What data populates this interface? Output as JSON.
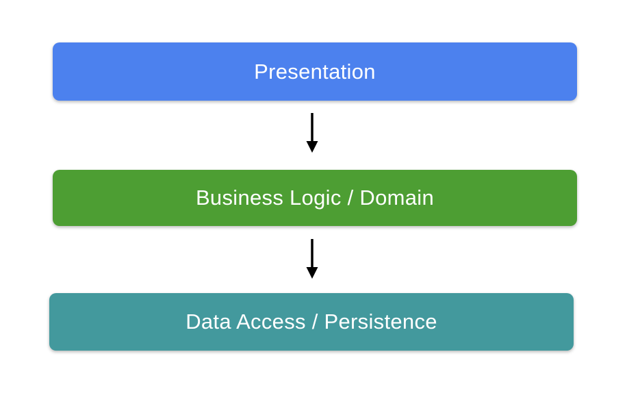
{
  "diagram": {
    "background": "#ffffff",
    "text_color": "#ffffff",
    "arrow_color": "#000000",
    "layers": [
      {
        "label": "Presentation",
        "color": "#4c81ee"
      },
      {
        "label": "Business Logic / Domain",
        "color": "#4d9e33"
      },
      {
        "label": "Data Access / Persistence",
        "color": "#43999d"
      }
    ],
    "connections": [
      {
        "from": "Presentation",
        "to": "Business Logic / Domain",
        "direction": "down"
      },
      {
        "from": "Business Logic / Domain",
        "to": "Data Access / Persistence",
        "direction": "down"
      }
    ]
  }
}
